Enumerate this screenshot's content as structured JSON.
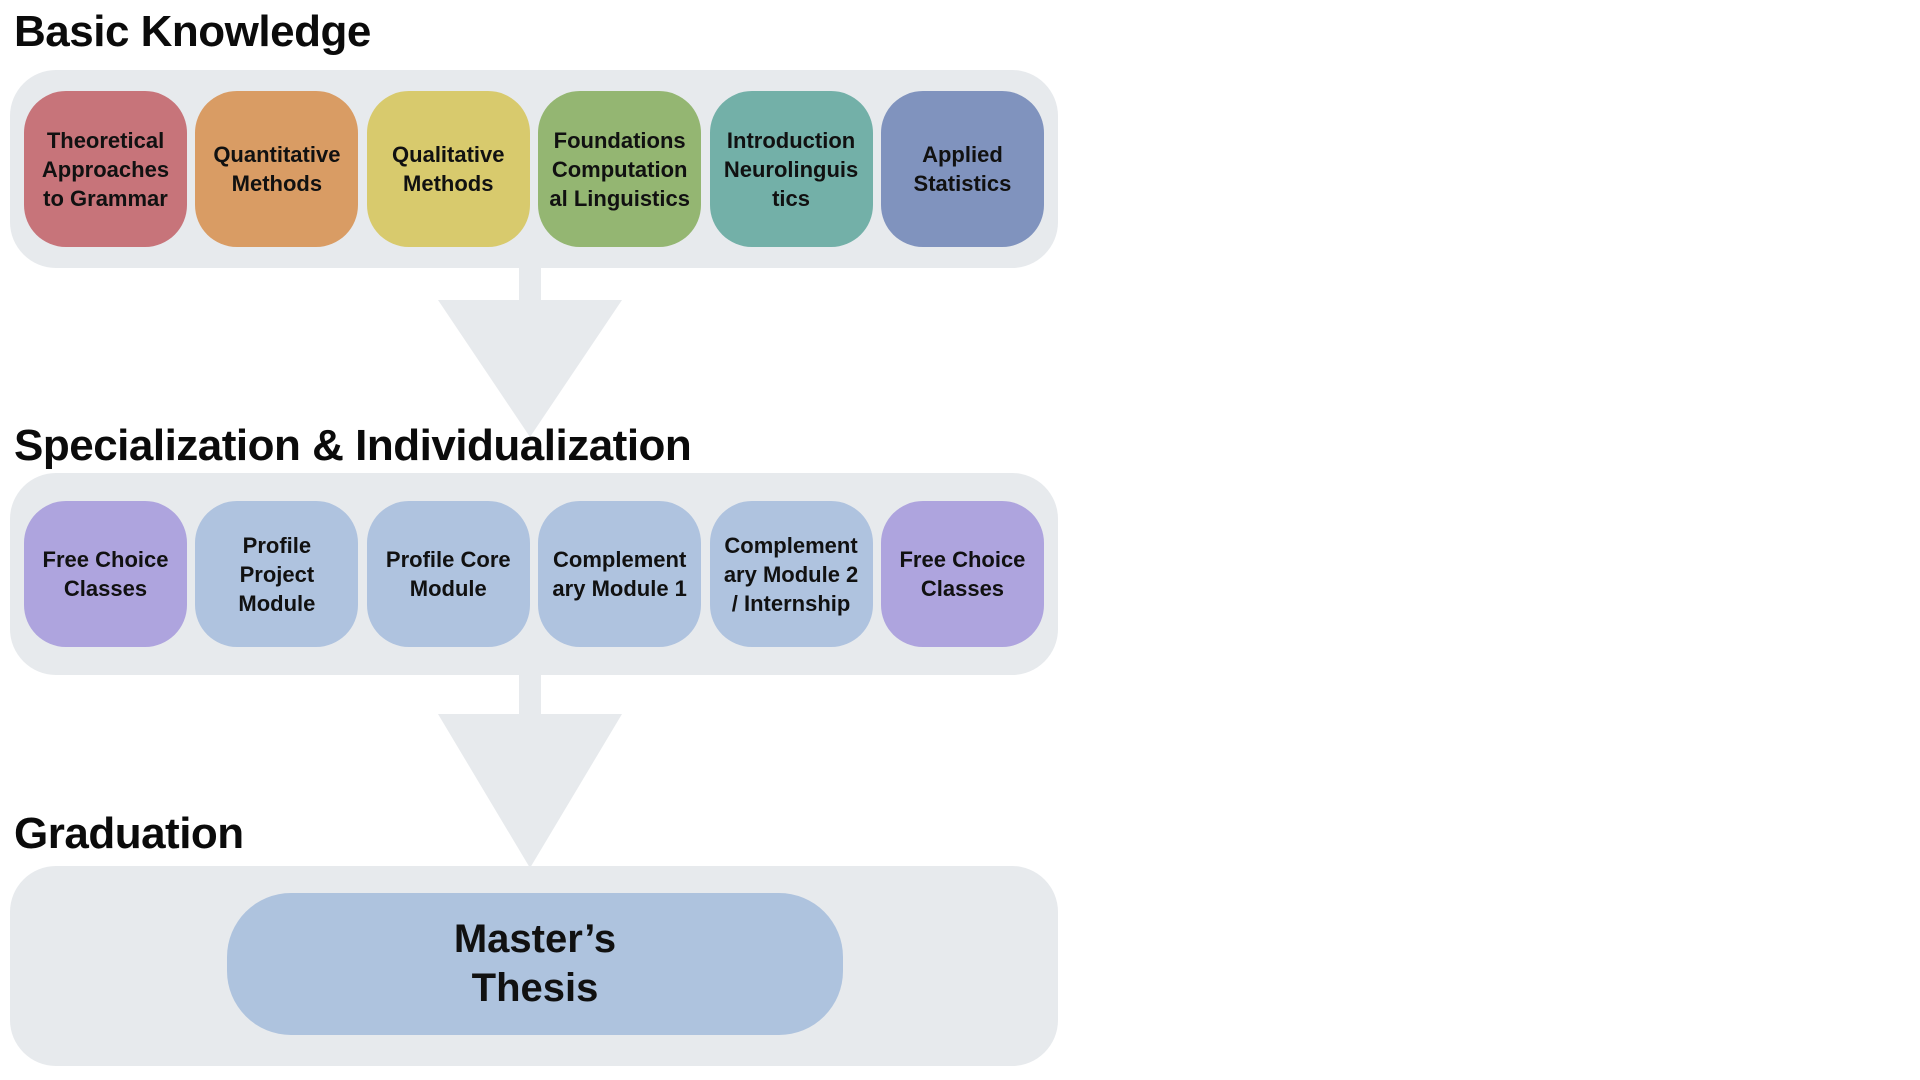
{
  "page": {
    "background": "#ffffff"
  },
  "colors": {
    "panel": "#E7EAED",
    "arrow": "#E7EAED",
    "heading_text": "#0B0B0B",
    "box_text": "#111111"
  },
  "arrows": [
    {
      "name": "down-arrow-1"
    },
    {
      "name": "down-arrow-2"
    }
  ],
  "sections": [
    {
      "title": "Basic Knowledge",
      "boxes": [
        {
          "label": "Theoretical\nApproaches\nto Grammar",
          "color": "#C7747A"
        },
        {
          "label": "Quantitative\nMethods",
          "color": "#D99C64"
        },
        {
          "label": "Qualitative\nMethods",
          "color": "#D8CA6D"
        },
        {
          "label": "Foundations\nComputation\nal Linguistics",
          "color": "#94B672"
        },
        {
          "label": "Introduction\nNeurolinguis\ntics",
          "color": "#73B0A8"
        },
        {
          "label": "Applied\nStatistics",
          "color": "#8093BE"
        }
      ]
    },
    {
      "title": "Specialization & Individualization",
      "boxes": [
        {
          "label": "Free Choice\nClasses",
          "color": "#AEA4DE"
        },
        {
          "label": "Profile\nProject\nModule",
          "color": "#AFC3DF"
        },
        {
          "label": "Profile Core\nModule",
          "color": "#AFC3DF"
        },
        {
          "label": "Complement\nary Module 1",
          "color": "#AFC3DF"
        },
        {
          "label": "Complement\nary Module 2\n/ Internship",
          "color": "#AFC3DF"
        },
        {
          "label": "Free Choice\nClasses",
          "color": "#AEA4DE"
        }
      ]
    },
    {
      "title": "Graduation",
      "boxes": [
        {
          "label": "Master’s\nThesis",
          "color": "#AEC3DE"
        }
      ]
    }
  ]
}
